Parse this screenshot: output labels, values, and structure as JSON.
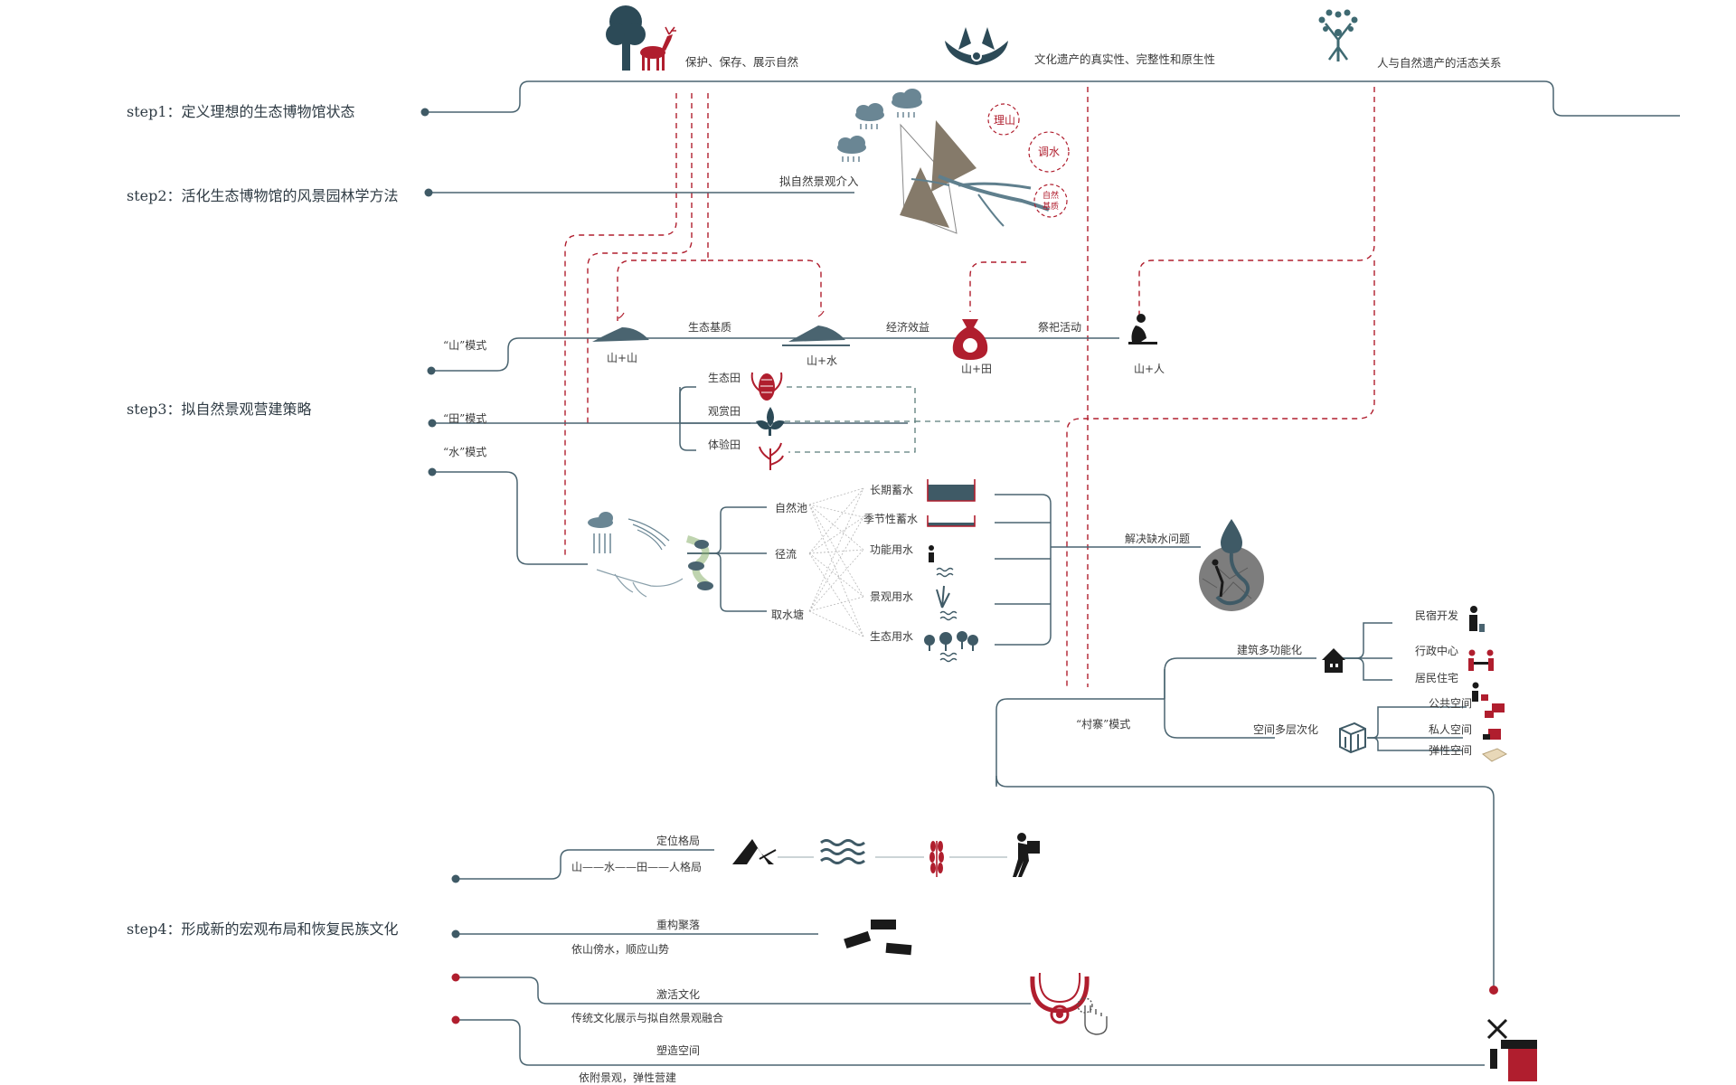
{
  "top": {
    "theme1": "保护、保存、展示自然",
    "theme2": "文化遗产的真实性、完整性和原生性",
    "theme3": "人与自然遗产的活态关系"
  },
  "steps": {
    "step1": "step1：定义理想的生态博物馆状态",
    "step2": "step2：活化生态博物馆的风景园林学方法",
    "step3": "step3：拟自然景观营建策略",
    "step4": "step4：形成新的宏观布局和恢复民族文化"
  },
  "step2_detail": {
    "intervention": "拟自然景观介入",
    "c1": "理山",
    "c2": "调水",
    "c3a": "自然",
    "c3b": "基质"
  },
  "mountain_mode": {
    "title": "“山”模式",
    "n1": "山+山",
    "n2": "山+水",
    "n3": "山+田",
    "n4": "山+人",
    "e1": "生态基质",
    "e2": "经济效益",
    "e3": "祭祀活动"
  },
  "field_mode": {
    "title": "“田”模式",
    "items": [
      "生态田",
      "观赏田",
      "体验田"
    ]
  },
  "water_mode": {
    "title": "“水”模式",
    "mid": [
      "自然池",
      "径流",
      "取水塘"
    ],
    "right": [
      "长期蓄水",
      "季节性蓄水",
      "功能用水",
      "景观用水",
      "生态用水"
    ],
    "result": "解决缺水问题"
  },
  "village_mode": {
    "title": "“村寨”模式",
    "b1": "建筑多功能化",
    "b2": "空间多层次化",
    "b1_items": [
      "民宿开发",
      "行政中心",
      "居民住宅"
    ],
    "b2_items": [
      "公共空间",
      "私人空间",
      "弹性空间"
    ]
  },
  "step4_items": {
    "a_title": "定位格局",
    "a_sub": "山——水——田——人格局",
    "b_title": "重构聚落",
    "b_sub": "依山傍水，顺应山势",
    "c_title": "激活文化",
    "c_sub": "传统文化展示与拟自然景观融合",
    "d_title": "塑造空间",
    "d_sub": "依附景观，弹性营建"
  },
  "colors": {
    "line": "#4a6470",
    "red": "#b01e2e",
    "dark": "#2c4a57",
    "black": "#1a1a1a"
  }
}
